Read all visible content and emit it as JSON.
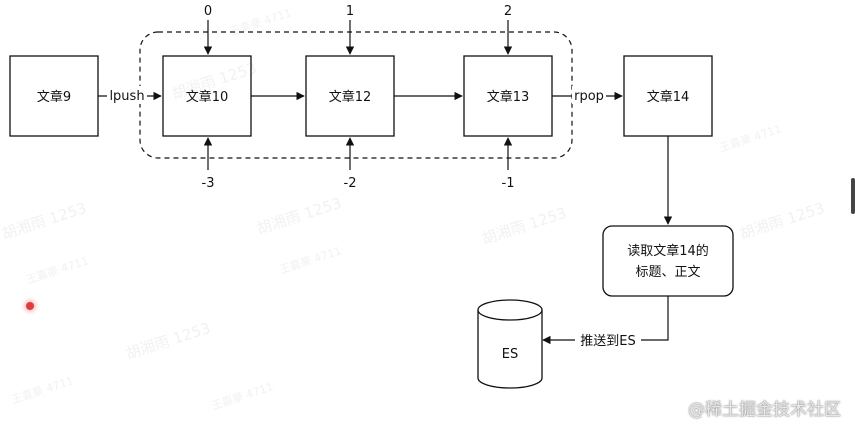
{
  "queue": {
    "nodes": [
      {
        "id": "a9",
        "label": "文章9"
      },
      {
        "id": "a10",
        "label": "文章10"
      },
      {
        "id": "a12",
        "label": "文章12"
      },
      {
        "id": "a13",
        "label": "文章13"
      },
      {
        "id": "a14",
        "label": "文章14"
      }
    ],
    "push_label": "lpush",
    "pop_label": "rpop",
    "positive_indices": [
      "0",
      "1",
      "2"
    ],
    "negative_indices": [
      "-3",
      "-2",
      "-1"
    ]
  },
  "process": {
    "line1": "读取文章14的",
    "line2": "标题、正文"
  },
  "store": {
    "label": "ES",
    "arrow_label": "推送到ES"
  },
  "watermarks": [
    "胡湘雨 1253",
    "王嘉豪 4711",
    "王嘉豪 4711"
  ],
  "brand": "@稀土掘金技术社区"
}
